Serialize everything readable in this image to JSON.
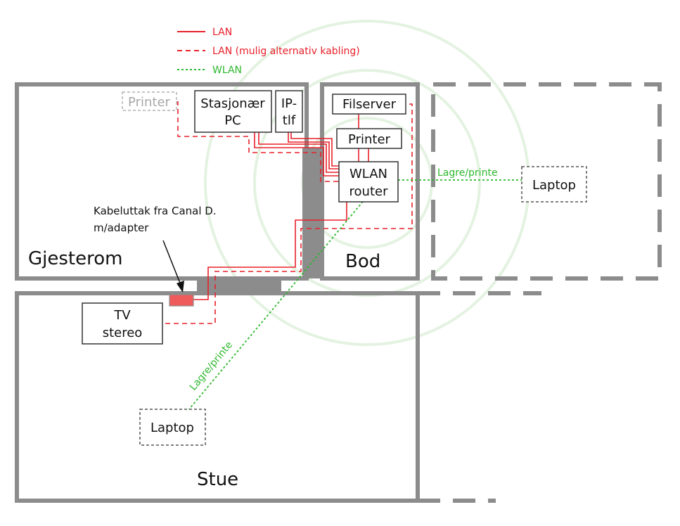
{
  "legend": {
    "lan": "LAN",
    "lan_alt": "LAN (mulig alternativ kabling)",
    "wlan": "WLAN"
  },
  "rooms": {
    "gjesterom": "Gjesterom",
    "bod": "Bod",
    "stue": "Stue"
  },
  "devices": {
    "printer_optional": "Printer",
    "stasjonaer_line1": "Stasjonær",
    "stasjonaer_line2": "PC",
    "iptlf_line1": "IP-",
    "iptlf_line2": "tlf",
    "filserver": "Filserver",
    "printer": "Printer",
    "router_line1": "WLAN",
    "router_line2": "router",
    "laptop_right": "Laptop",
    "tv_line1": "TV",
    "tv_line2": "stereo",
    "laptop_bottom": "Laptop"
  },
  "annotations": {
    "kabel_line1": "Kabeluttak fra Canal D.",
    "kabel_line2": "m/adapter",
    "lagre_right": "Lagre/printe",
    "lagre_diag": "Lagre/printe"
  },
  "colors": {
    "lan": "#e8202a",
    "wlan": "#2db82d",
    "wall": "#8c8c8c",
    "signal_rings": "#e4f3e1",
    "outlet": "#ef5b5b"
  }
}
